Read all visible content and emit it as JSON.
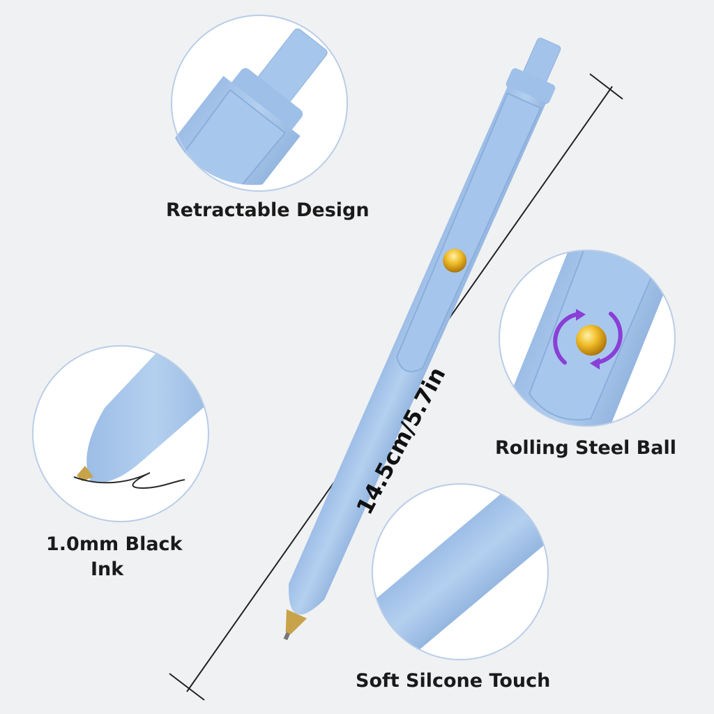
{
  "labels": {
    "retractable": "Retractable Design",
    "rolling": "Rolling Steel Ball",
    "ink_line1": "1.0mm Black",
    "ink_line2": "Ink",
    "soft": "Soft Silcone Touch"
  },
  "dimension": "14.5cm/5.7in",
  "colors": {
    "background": "#f0f1f3",
    "pen_body": "#a9c8ea",
    "pen_shadow": "#8fb2dc",
    "circle_border": "#b9cde8",
    "gold": "#e3a91a",
    "rotation_arrow": "#8a3fd6"
  }
}
